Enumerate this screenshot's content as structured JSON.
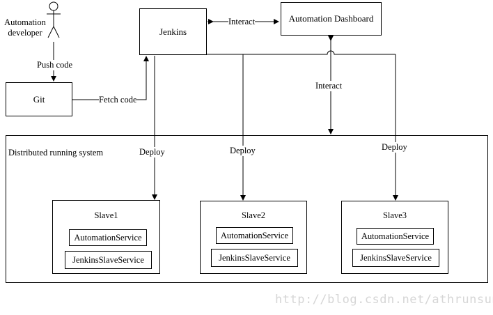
{
  "actor": {
    "label": "Automation developer"
  },
  "nodes": {
    "jenkins": "Jenkins",
    "dashboard": "Automation Dashboard",
    "git": "Git"
  },
  "edges": {
    "interact_top": "Interact",
    "interact_side": "Interact",
    "push_code": "Push code",
    "fetch_code": "Fetch code",
    "deploy1": "Deploy",
    "deploy2": "Deploy",
    "deploy3": "Deploy"
  },
  "system": {
    "label": "Distributed running system",
    "slaves": [
      {
        "name": "Slave1",
        "services": [
          "AutomationService",
          "JenkinsSlaveService"
        ]
      },
      {
        "name": "Slave2",
        "services": [
          "AutomationService",
          "JenkinsSlaveService"
        ]
      },
      {
        "name": "Slave3",
        "services": [
          "AutomationService",
          "JenkinsSlaveService"
        ]
      }
    ]
  },
  "watermark": "http://blog.csdn.net/athrunsun"
}
